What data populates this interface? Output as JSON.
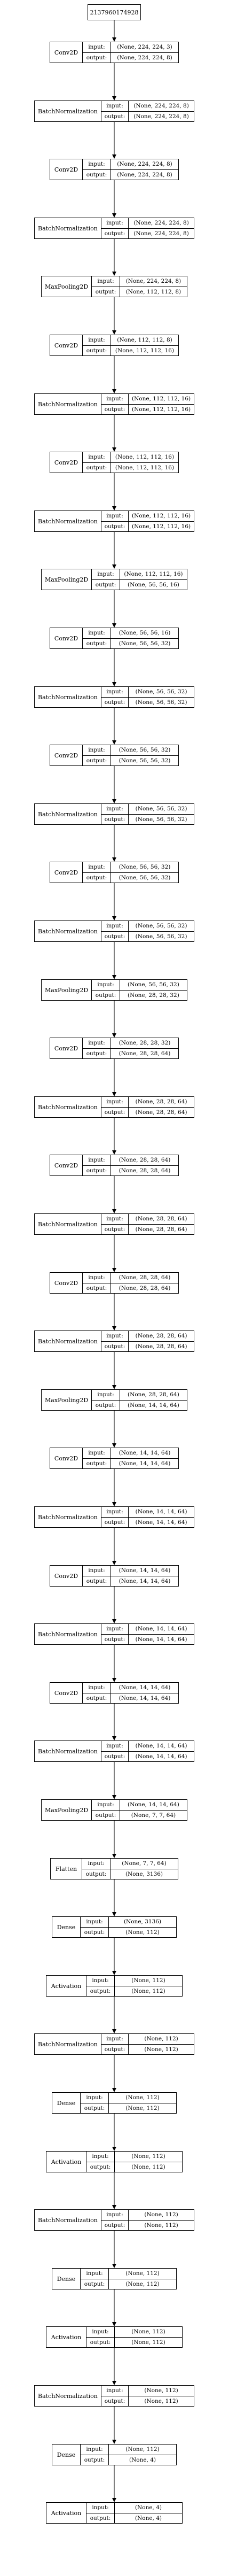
{
  "root": "2137960174928",
  "io_labels": {
    "input": "input:",
    "output": "output:"
  },
  "layers": [
    {
      "name": "Conv2D",
      "input": "(None, 224, 224, 3)",
      "output": "(None, 224, 224, 8)"
    },
    {
      "name": "BatchNormalization",
      "input": "(None, 224, 224, 8)",
      "output": "(None, 224, 224, 8)"
    },
    {
      "name": "Conv2D",
      "input": "(None, 224, 224, 8)",
      "output": "(None, 224, 224, 8)"
    },
    {
      "name": "BatchNormalization",
      "input": "(None, 224, 224, 8)",
      "output": "(None, 224, 224, 8)"
    },
    {
      "name": "MaxPooling2D",
      "input": "(None, 224, 224, 8)",
      "output": "(None, 112, 112, 8)"
    },
    {
      "name": "Conv2D",
      "input": "(None, 112, 112, 8)",
      "output": "(None, 112, 112, 16)"
    },
    {
      "name": "BatchNormalization",
      "input": "(None, 112, 112, 16)",
      "output": "(None, 112, 112, 16)"
    },
    {
      "name": "Conv2D",
      "input": "(None, 112, 112, 16)",
      "output": "(None, 112, 112, 16)"
    },
    {
      "name": "BatchNormalization",
      "input": "(None, 112, 112, 16)",
      "output": "(None, 112, 112, 16)"
    },
    {
      "name": "MaxPooling2D",
      "input": "(None, 112, 112, 16)",
      "output": "(None, 56, 56, 16)"
    },
    {
      "name": "Conv2D",
      "input": "(None, 56, 56, 16)",
      "output": "(None, 56, 56, 32)"
    },
    {
      "name": "BatchNormalization",
      "input": "(None, 56, 56, 32)",
      "output": "(None, 56, 56, 32)"
    },
    {
      "name": "Conv2D",
      "input": "(None, 56, 56, 32)",
      "output": "(None, 56, 56, 32)"
    },
    {
      "name": "BatchNormalization",
      "input": "(None, 56, 56, 32)",
      "output": "(None, 56, 56, 32)"
    },
    {
      "name": "Conv2D",
      "input": "(None, 56, 56, 32)",
      "output": "(None, 56, 56, 32)"
    },
    {
      "name": "BatchNormalization",
      "input": "(None, 56, 56, 32)",
      "output": "(None, 56, 56, 32)"
    },
    {
      "name": "MaxPooling2D",
      "input": "(None, 56, 56, 32)",
      "output": "(None, 28, 28, 32)"
    },
    {
      "name": "Conv2D",
      "input": "(None, 28, 28, 32)",
      "output": "(None, 28, 28, 64)"
    },
    {
      "name": "BatchNormalization",
      "input": "(None, 28, 28, 64)",
      "output": "(None, 28, 28, 64)"
    },
    {
      "name": "Conv2D",
      "input": "(None, 28, 28, 64)",
      "output": "(None, 28, 28, 64)"
    },
    {
      "name": "BatchNormalization",
      "input": "(None, 28, 28, 64)",
      "output": "(None, 28, 28, 64)"
    },
    {
      "name": "Conv2D",
      "input": "(None, 28, 28, 64)",
      "output": "(None, 28, 28, 64)"
    },
    {
      "name": "BatchNormalization",
      "input": "(None, 28, 28, 64)",
      "output": "(None, 28, 28, 64)"
    },
    {
      "name": "MaxPooling2D",
      "input": "(None, 28, 28, 64)",
      "output": "(None, 14, 14, 64)"
    },
    {
      "name": "Conv2D",
      "input": "(None, 14, 14, 64)",
      "output": "(None, 14, 14, 64)"
    },
    {
      "name": "BatchNormalization",
      "input": "(None, 14, 14, 64)",
      "output": "(None, 14, 14, 64)"
    },
    {
      "name": "Conv2D",
      "input": "(None, 14, 14, 64)",
      "output": "(None, 14, 14, 64)"
    },
    {
      "name": "BatchNormalization",
      "input": "(None, 14, 14, 64)",
      "output": "(None, 14, 14, 64)"
    },
    {
      "name": "Conv2D",
      "input": "(None, 14, 14, 64)",
      "output": "(None, 14, 14, 64)"
    },
    {
      "name": "BatchNormalization",
      "input": "(None, 14, 14, 64)",
      "output": "(None, 14, 14, 64)"
    },
    {
      "name": "MaxPooling2D",
      "input": "(None, 14, 14, 64)",
      "output": "(None, 7, 7, 64)"
    },
    {
      "name": "Flatten",
      "input": "(None, 7, 7, 64)",
      "output": "(None, 3136)"
    },
    {
      "name": "Dense",
      "input": "(None, 3136)",
      "output": "(None, 112)"
    },
    {
      "name": "Activation",
      "input": "(None, 112)",
      "output": "(None, 112)"
    },
    {
      "name": "BatchNormalization",
      "input": "(None, 112)",
      "output": "(None, 112)"
    },
    {
      "name": "Dense",
      "input": "(None, 112)",
      "output": "(None, 112)"
    },
    {
      "name": "Activation",
      "input": "(None, 112)",
      "output": "(None, 112)"
    },
    {
      "name": "BatchNormalization",
      "input": "(None, 112)",
      "output": "(None, 112)"
    },
    {
      "name": "Dense",
      "input": "(None, 112)",
      "output": "(None, 112)"
    },
    {
      "name": "Activation",
      "input": "(None, 112)",
      "output": "(None, 112)"
    },
    {
      "name": "BatchNormalization",
      "input": "(None, 112)",
      "output": "(None, 112)"
    },
    {
      "name": "Dense",
      "input": "(None, 112)",
      "output": "(None, 4)"
    },
    {
      "name": "Activation",
      "input": "(None, 4)",
      "output": "(None, 4)"
    }
  ]
}
